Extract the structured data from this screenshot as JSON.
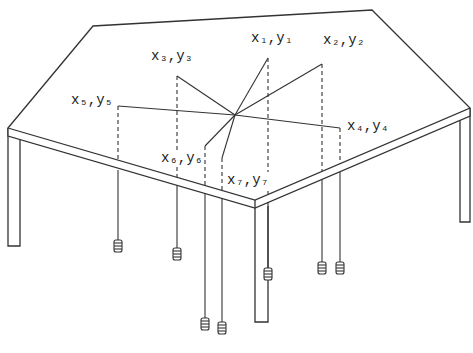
{
  "diagram": {
    "labels": [
      "x₁,y₁",
      "x₂,y₂",
      "x₃,y₃",
      "x₄,y₄",
      "x₅,y₅",
      "x₆,y₆",
      "x₇,y₇"
    ]
  }
}
